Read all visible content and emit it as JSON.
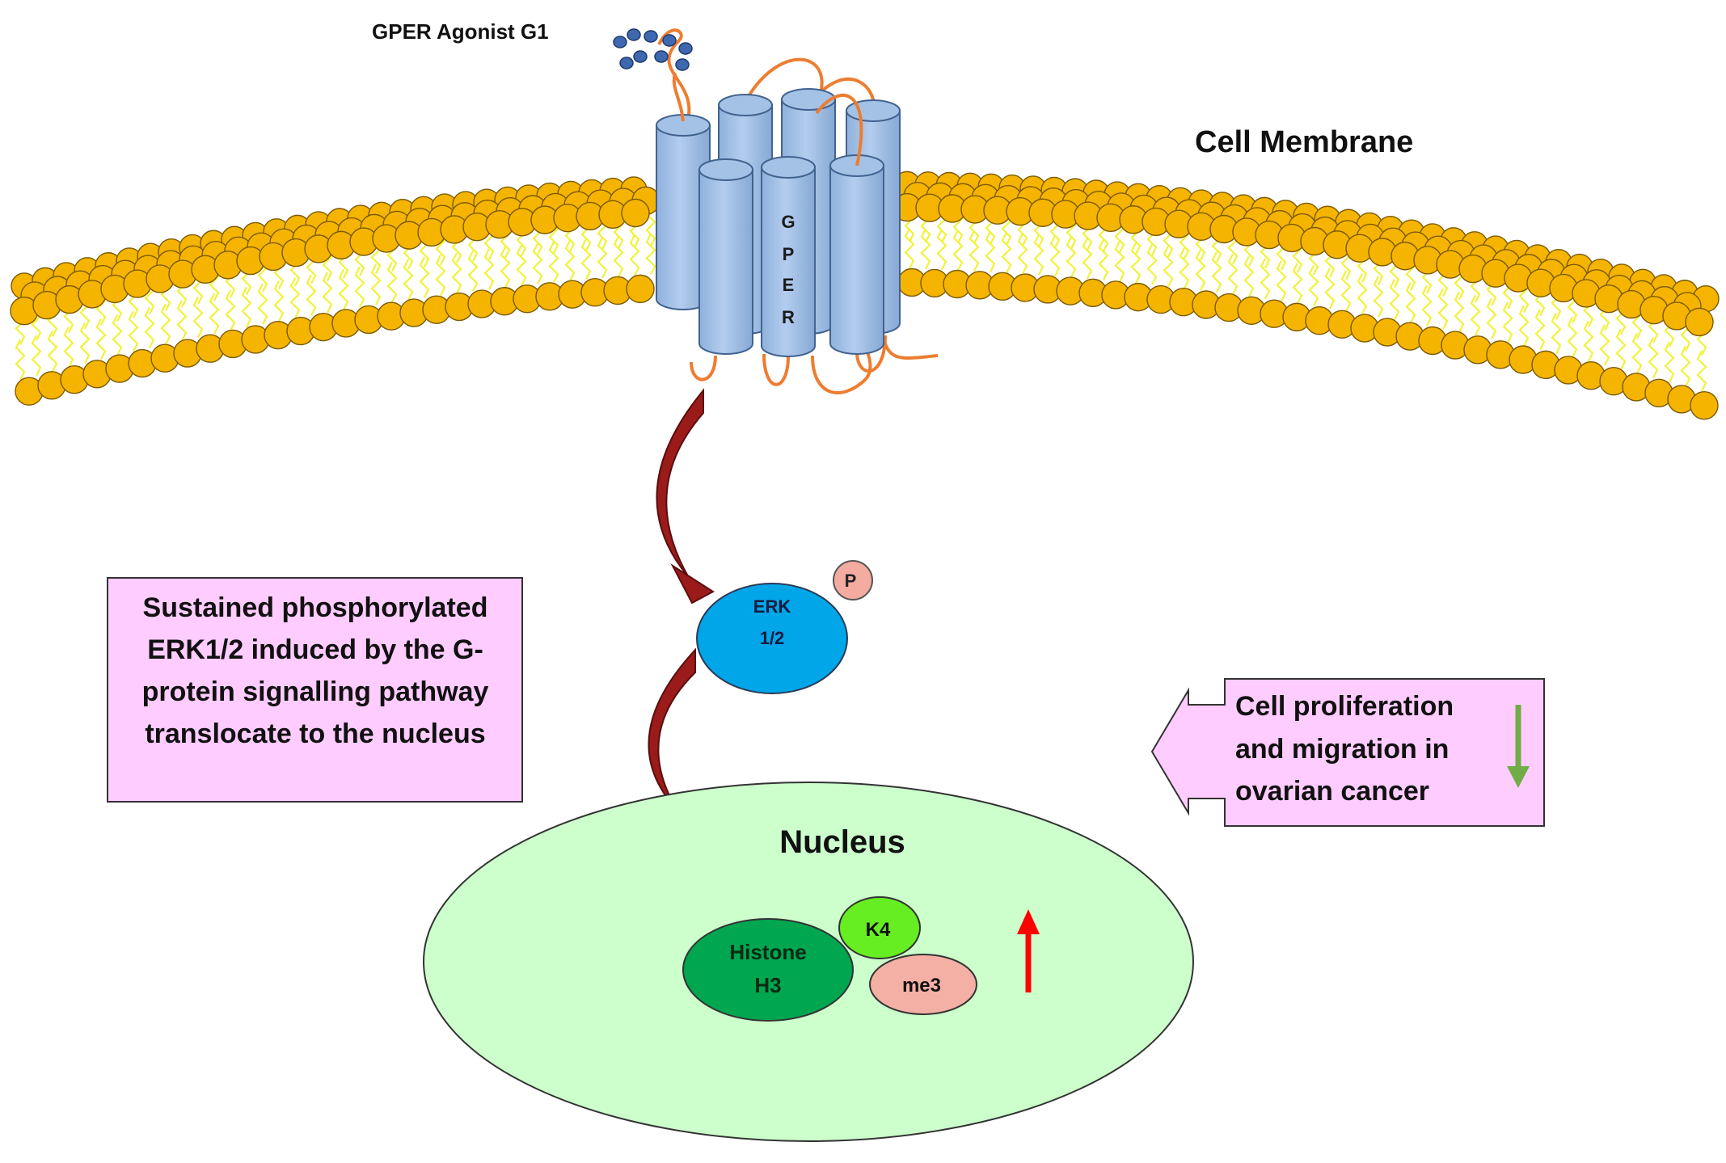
{
  "labels": {
    "agonist": "GPER Agonist G1",
    "membrane": "Cell Membrane",
    "receptor_letters": [
      "G",
      "P",
      "E",
      "R"
    ],
    "erk_line1": "ERK",
    "erk_line2": "1/2",
    "phospho": "P",
    "nucleus": "Nucleus",
    "histone_line1": "Histone",
    "histone_line2": "H3",
    "k4": "K4",
    "me3": "me3"
  },
  "boxes": {
    "left_text": [
      "Sustained phosphorylated",
      "ERK1/2 induced by the G-",
      "protein signalling pathway",
      "translocate to the nucleus"
    ],
    "right_text": [
      "Cell proliferation",
      "and migration in",
      "ovarian cancer"
    ]
  },
  "indicators": {
    "h3k4me3": "up",
    "proliferation": "down"
  },
  "colors": {
    "lipid_head": "#f5b400",
    "lipid_tail": "#f2f23a",
    "receptor": "#a4c2e6",
    "receptor_loop": "#ed7d31",
    "ligand": "#3e68b0",
    "signal_arrow": "#9b1b1b",
    "erk": "#00a6e8",
    "phospho": "#f4aba0",
    "nucleus": "#ccffcc",
    "histone": "#00a650",
    "k4": "#66ee22",
    "me3": "#f4b0a4",
    "box_fill": "#ffccff",
    "up_arrow": "#ff0000",
    "down_arrow": "#70ad47"
  }
}
